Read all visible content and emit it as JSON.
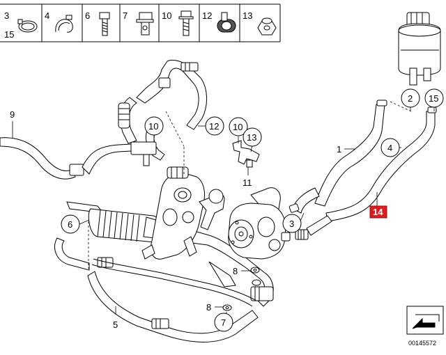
{
  "legend_strip": {
    "cells": [
      {
        "top": "3",
        "bottom": "15",
        "icon": "hose-clamp-icon"
      },
      {
        "top": "4",
        "bottom": "",
        "icon": "spring-clip-icon"
      },
      {
        "top": "6",
        "bottom": "",
        "icon": "hex-bolt-icon"
      },
      {
        "top": "7",
        "bottom": "",
        "icon": "banjo-bolt-icon"
      },
      {
        "top": "10",
        "bottom": "",
        "icon": "flange-bolt-icon"
      },
      {
        "top": "12",
        "bottom": "",
        "icon": "hose-bracket-icon"
      },
      {
        "top": "13",
        "bottom": "",
        "icon": "hex-nut-icon"
      }
    ]
  },
  "callouts": {
    "c9": "9",
    "c10a": "10",
    "c12": "12",
    "c10b": "10",
    "c13": "13",
    "c11": "11",
    "c1": "1",
    "c2": "2",
    "c15": "15",
    "c4": "4",
    "c3": "3",
    "c6": "6",
    "c8a": "8",
    "c8b": "8",
    "c5": "5",
    "c7": "7",
    "c14": "14"
  },
  "colors": {
    "highlight": "#d81e1e",
    "line": "#000000"
  },
  "diagram_id": "00145572"
}
